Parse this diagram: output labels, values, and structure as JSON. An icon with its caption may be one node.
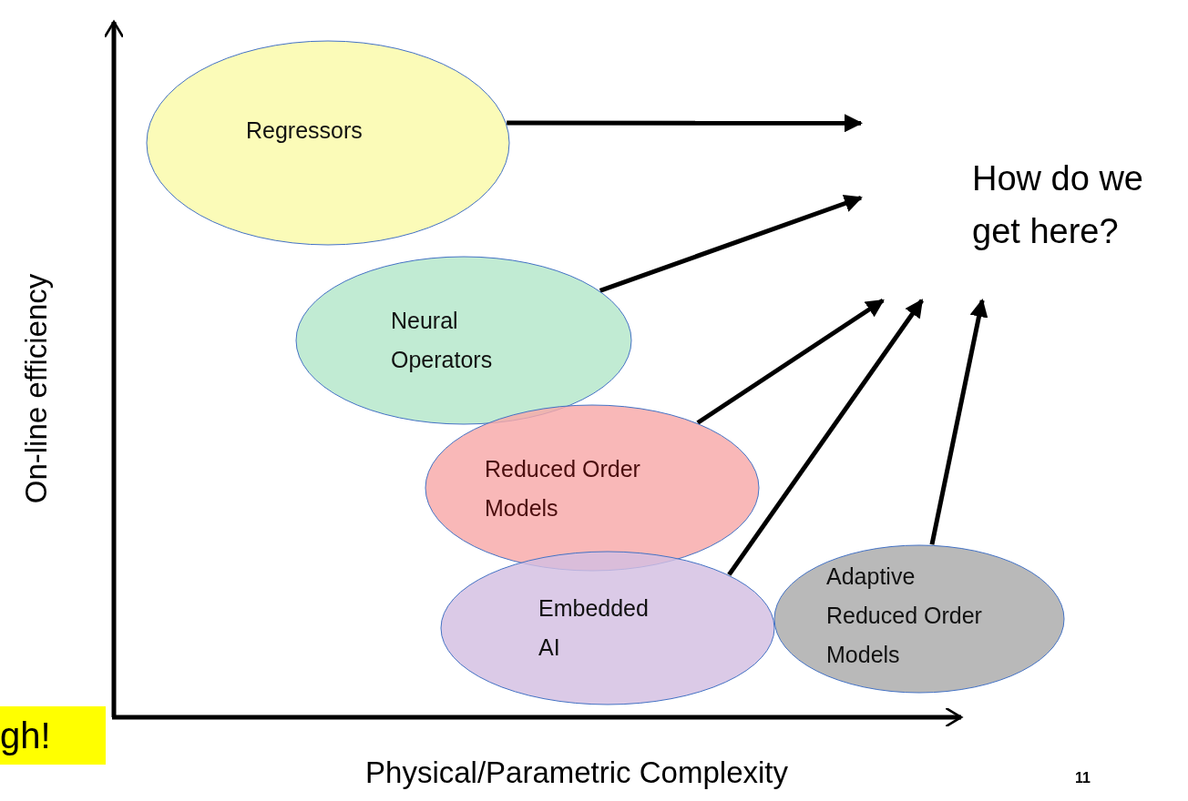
{
  "diagram": {
    "nodes": [
      {
        "text": [
          "Regressors"
        ]
      },
      {
        "text": [
          "Neural Operators"
        ]
      },
      {
        "text": [
          "Reduced Order Models"
        ]
      },
      {
        "text": [
          "Embedded AI"
        ]
      },
      {
        "text": [
          "Adaptive Reduced Order Models"
        ]
      },
      {
        "text": [
          "How do we get here?"
        ]
      }
    ],
    "edges": [
      {
        "from": 0,
        "to": 5,
        "arrow": "to"
      },
      {
        "from": 1,
        "to": 5,
        "arrow": "to"
      },
      {
        "from": 2,
        "to": 5,
        "arrow": "to"
      },
      {
        "from": 3,
        "to": 5,
        "arrow": "to"
      },
      {
        "from": 4,
        "to": 5,
        "arrow": "to"
      }
    ],
    "labels": [
      "On-line efficiency",
      "gh!",
      "Physical/Parametric Complexity",
      "11"
    ]
  }
}
